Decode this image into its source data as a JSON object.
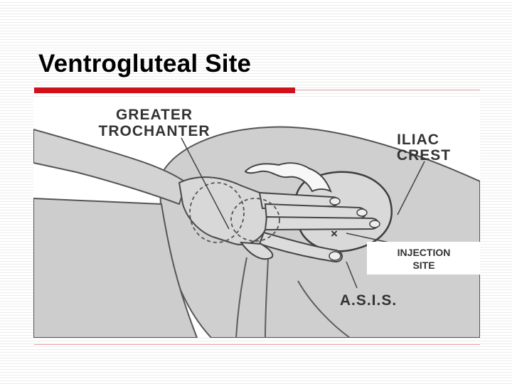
{
  "slide": {
    "title": "Ventrogluteal Site",
    "accent_color": "#d0111b",
    "rule_color": "#e8a8a8"
  },
  "diagram": {
    "labels": {
      "greater_trochanter_line1": "GREATER",
      "greater_trochanter_line2": "TROCHANTER",
      "iliac_crest_line1": "ILIAC",
      "iliac_crest_line2": "CREST",
      "injection_site_line1": "INJECTION",
      "injection_site_line2": "SITE",
      "asis": "A.S.I.S.",
      "injection_mark": "×"
    }
  }
}
